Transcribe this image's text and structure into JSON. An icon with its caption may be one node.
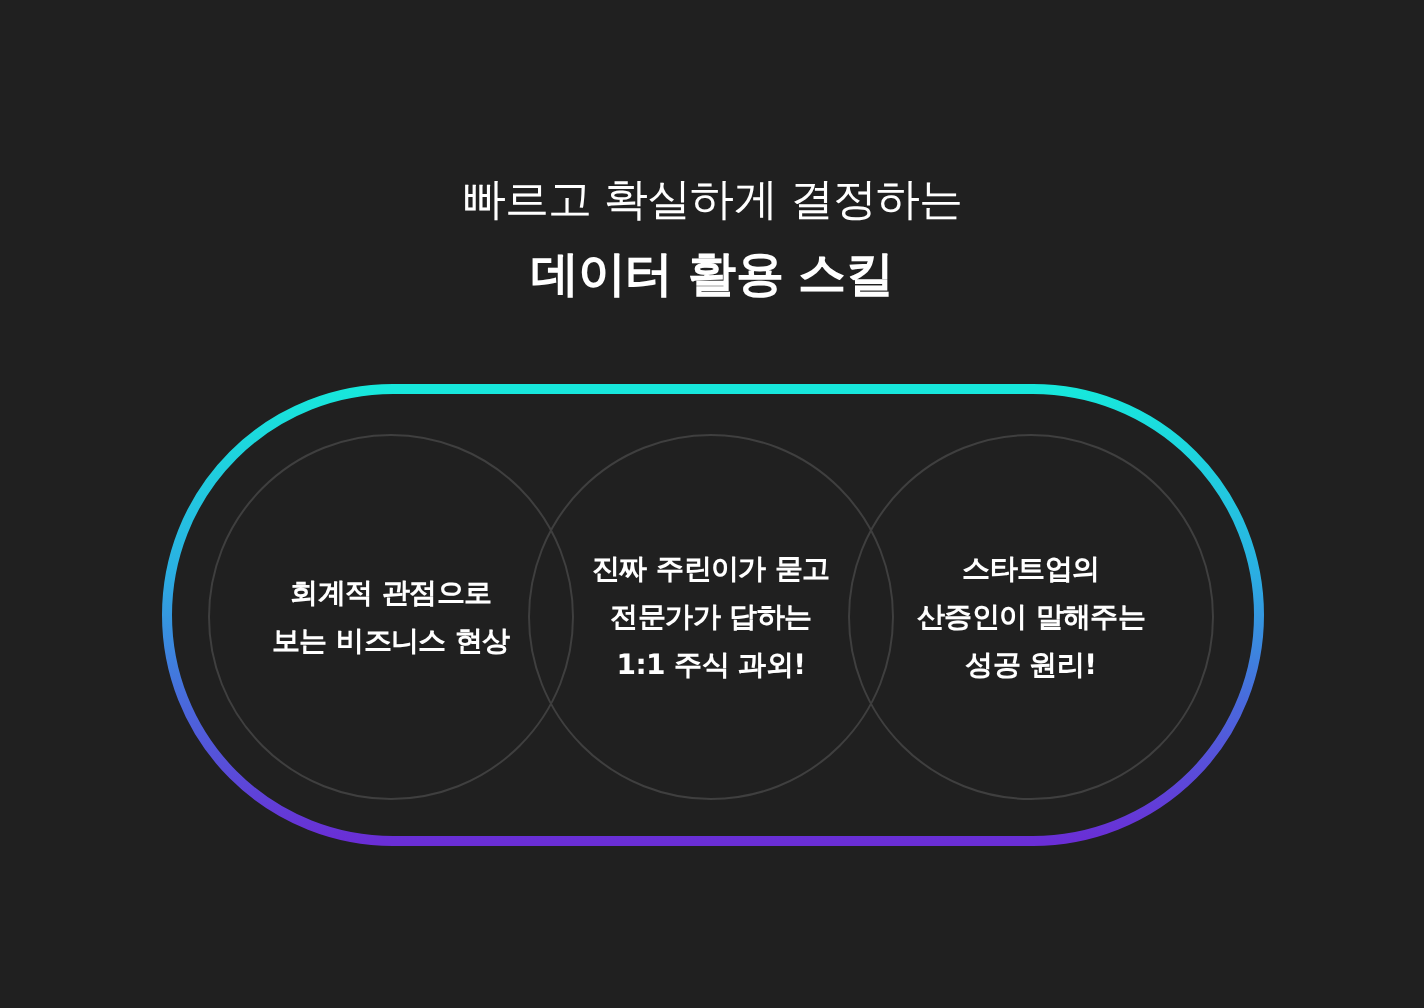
{
  "diagram": {
    "title": "빠르고 확실하게 결정하는 **데이터 활용 스킬**",
    "nodes": [
      {
        "text": [],
        "shape": "pill"
      },
      {
        "text": [
          "회계적 관점으로 보는 비즈니스 현상"
        ],
        "in": 0
      },
      {
        "text": [
          "진짜 주린이가 묻고 전문가가 답하는 1:1 주식 과외!"
        ],
        "in": 0
      },
      {
        "text": [
          "스타트업의 산증인이 말해주는 성공 원리!"
        ],
        "in": 0
      }
    ]
  }
}
